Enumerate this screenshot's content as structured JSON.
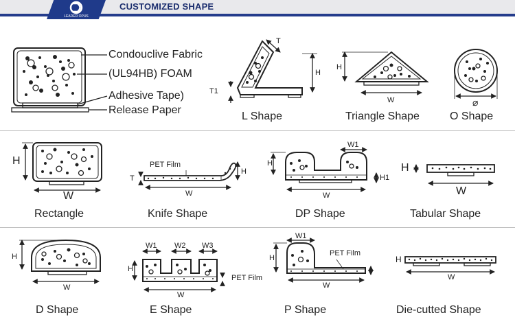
{
  "header": {
    "title": "CUSTOMIZED SHAPE",
    "logo_text": "LEADER OPUS",
    "accent": "#243c8c"
  },
  "legend": {
    "conductive_fabric": "Condouclive Fabric",
    "foam": "(UL94HB) FOAM",
    "adhesive": "Adhesive Tape)",
    "release": "Release Paper"
  },
  "shapes": {
    "l_shape": {
      "caption": "L Shape",
      "t": "T",
      "h": "H",
      "t1": "T1"
    },
    "triangle": {
      "caption": "Triangle Shape",
      "h": "H",
      "w": "W"
    },
    "o_shape": {
      "caption": "O Shape",
      "d": "⌀"
    },
    "rectangle": {
      "caption": "Rectangle",
      "h": "H",
      "w": "W"
    },
    "knife": {
      "caption": "Knife Shape",
      "film": "PET  Film",
      "t": "T",
      "h": "H",
      "w": "W"
    },
    "dp": {
      "caption": "DP  Shape",
      "h": "H",
      "h1": "H1",
      "w1": "W1",
      "w": "W"
    },
    "tabular": {
      "caption": "Tabular  Shape",
      "h": "H",
      "w": "W"
    },
    "d_shape": {
      "caption": "D Shape",
      "h": "H",
      "w": "W"
    },
    "e_shape": {
      "caption": "E   Shape",
      "h": "H",
      "w1": "W1",
      "w2": "W2",
      "w3": "W3",
      "w": "W",
      "film": "PET Film"
    },
    "p_shape": {
      "caption": "P    Shape",
      "h": "H",
      "w1": "W1",
      "film": "PET Film",
      "w": "W"
    },
    "die_cut": {
      "caption": "Die-cutted  Shape",
      "h": "H",
      "w": "W"
    }
  }
}
